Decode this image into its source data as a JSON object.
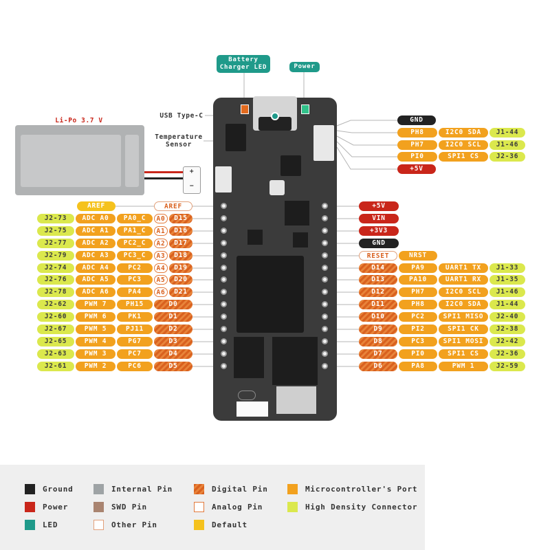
{
  "top_labels": {
    "battery_led": "Battery\nCharger LED",
    "power": "Power",
    "usb": "USB Type-C",
    "temp": "Temperature\nSensor",
    "lipo": "Li-Po 3.7 V",
    "plus": "+",
    "minus": "−"
  },
  "top_right": [
    {
      "a": "GND",
      "b": "",
      "c": ""
    },
    {
      "a": "PH8",
      "b": "I2C0 SDA",
      "c": "J1-44"
    },
    {
      "a": "PH7",
      "b": "I2C0 SCL",
      "c": "J1-46"
    },
    {
      "a": "PI0",
      "b": "SPI1 CS",
      "c": "J2-36"
    },
    {
      "a": "+5V",
      "b": "",
      "c": ""
    }
  ],
  "left_rows": [
    {
      "hd": "",
      "fn": "",
      "port": "",
      "ana": "",
      "dig": "AREF",
      "type": "aref"
    },
    {
      "hd": "J2-73",
      "fn": "ADC A0",
      "port": "PA0_C",
      "ana": "A0",
      "dig": "D15"
    },
    {
      "hd": "J2-75",
      "fn": "ADC A1",
      "port": "PA1_C",
      "ana": "A1",
      "dig": "D16"
    },
    {
      "hd": "J2-77",
      "fn": "ADC A2",
      "port": "PC2_C",
      "ana": "A2",
      "dig": "D17"
    },
    {
      "hd": "J2-79",
      "fn": "ADC A3",
      "port": "PC3_C",
      "ana": "A3",
      "dig": "D18"
    },
    {
      "hd": "J2-74",
      "fn": "ADC A4",
      "port": "PC2",
      "ana": "A4",
      "dig": "D19"
    },
    {
      "hd": "J2-76",
      "fn": "ADC A5",
      "port": "PC3",
      "ana": "A5",
      "dig": "D20"
    },
    {
      "hd": "J2-78",
      "fn": "ADC A6",
      "port": "PA4",
      "ana": "A6",
      "dig": "D21"
    },
    {
      "hd": "J2-62",
      "fn": "PWM 7",
      "port": "PH15",
      "ana": "",
      "dig": "D0"
    },
    {
      "hd": "J2-60",
      "fn": "PWM 6",
      "port": "PK1",
      "ana": "",
      "dig": "D1"
    },
    {
      "hd": "J2-67",
      "fn": "PWM 5",
      "port": "PJ11",
      "ana": "",
      "dig": "D2"
    },
    {
      "hd": "J2-65",
      "fn": "PWM 4",
      "port": "PG7",
      "ana": "",
      "dig": "D3"
    },
    {
      "hd": "J2-63",
      "fn": "PWM 3",
      "port": "PC7",
      "ana": "",
      "dig": "D4"
    },
    {
      "hd": "J2-61",
      "fn": "PWM 2",
      "port": "PC6",
      "ana": "",
      "dig": "D5"
    }
  ],
  "aref_default": "AREF",
  "right_rows": [
    {
      "main": "+5V",
      "type": "pwr"
    },
    {
      "main": "VIN",
      "type": "pwr"
    },
    {
      "main": "+3V3",
      "type": "pwr"
    },
    {
      "main": "GND",
      "type": "gnd"
    },
    {
      "main": "RESET",
      "port": "NRST",
      "type": "reset"
    },
    {
      "main": "D14",
      "port": "PA9",
      "fn": "UART1 TX",
      "hd": "J1-33"
    },
    {
      "main": "D13",
      "port": "PA10",
      "fn": "UART1 RX",
      "hd": "J1-35"
    },
    {
      "main": "D12",
      "port": "PH7",
      "fn": "I2C0 SCL",
      "hd": "J1-46"
    },
    {
      "main": "D11",
      "port": "PH8",
      "fn": "I2C0 SDA",
      "hd": "J1-44"
    },
    {
      "main": "D10",
      "port": "PC2",
      "fn": "SPI1 MISO",
      "hd": "J2-40"
    },
    {
      "main": "D9",
      "port": "PI2",
      "fn": "SPI1 CK",
      "hd": "J2-38"
    },
    {
      "main": "D8",
      "port": "PC3",
      "fn": "SPI1 MOSI",
      "hd": "J2-42"
    },
    {
      "main": "D7",
      "port": "PI0",
      "fn": "SPI1 CS",
      "hd": "J2-36"
    },
    {
      "main": "D6",
      "port": "PA8",
      "fn": "PWM 1",
      "hd": "J2-59"
    }
  ],
  "legend": [
    {
      "label": "Ground",
      "color": "#222222"
    },
    {
      "label": "Power",
      "color": "#c9261a"
    },
    {
      "label": "LED",
      "color": "#1f9a8a"
    },
    {
      "label": "Internal Pin",
      "color": "#9ea3a5"
    },
    {
      "label": "SWD Pin",
      "color": "#a98470"
    },
    {
      "label": "Other Pin",
      "color": "#ffffff"
    },
    {
      "label": "Digital Pin",
      "color": "#d9611f"
    },
    {
      "label": "Analog Pin",
      "color": "#ffffff"
    },
    {
      "label": "Default",
      "color": "#f5c21d"
    },
    {
      "label": "Microcontroller's Port",
      "color": "#f2a11e"
    },
    {
      "label": "High Density Connector",
      "color": "#dbe84d"
    }
  ]
}
